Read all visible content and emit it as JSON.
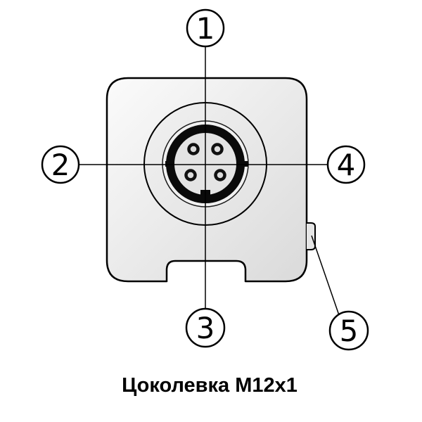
{
  "diagram": {
    "title": "Цоколевка M12x1",
    "type": "connector-pinout-front-view",
    "callouts": [
      {
        "id": "1",
        "label": "1",
        "position": "top"
      },
      {
        "id": "2",
        "label": "2",
        "position": "left"
      },
      {
        "id": "3",
        "label": "3",
        "position": "bottom"
      },
      {
        "id": "4",
        "label": "4",
        "position": "right"
      },
      {
        "id": "5",
        "label": "5",
        "position": "bottom-right-tab"
      }
    ],
    "pin_count_shown": 4,
    "colors": {
      "stroke": "#000000",
      "body_fill_light": "#fafafa",
      "body_fill_dark": "#dcdcdc",
      "outer_circle_fill": "#e9e9e9",
      "mid_circle_fill": "#f1f1f1",
      "ring_color": "#0a0a0a",
      "inner_fill": "#e4e4e4",
      "background": "#ffffff"
    }
  }
}
